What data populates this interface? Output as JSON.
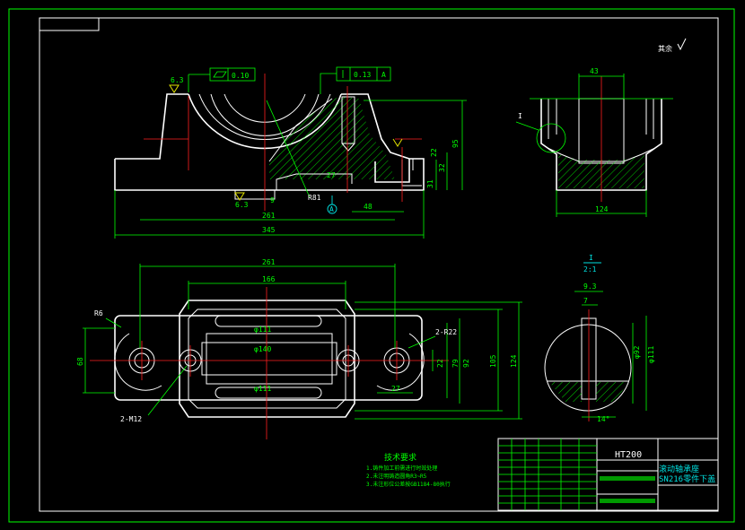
{
  "roughness": {
    "label": "其余",
    "top_left": "6.3",
    "bottom": "6.3"
  },
  "tolerances": {
    "flatness_value": "0.10",
    "perpendicularity_value": "0.13",
    "datum": "A"
  },
  "front_view": {
    "dims": {
      "width_345": "345",
      "width_261": "261",
      "dim_48": "48",
      "dim_9": "9",
      "dim_27": "27",
      "height_95": "95",
      "height_32": "32",
      "height_31": "31",
      "dim_22": "22",
      "radius": "R81"
    },
    "datum_marker": "A"
  },
  "side_view": {
    "dims": {
      "top_width": "43",
      "bottom_width": "124"
    },
    "section_label": "I"
  },
  "top_view": {
    "dims": {
      "overall_261": "261",
      "inner_166": "166",
      "bore_140": "φ140",
      "bore_111_top": "φ111",
      "bore_111_bot": "φ111",
      "radius": "R6",
      "width_68": "68",
      "height_105": "105",
      "height_124": "124",
      "dim_92": "92",
      "dim_79": "79",
      "dim_22": "22",
      "dim_27": "27",
      "rounds": "2-R22",
      "holes": "2-M12"
    }
  },
  "detail": {
    "title": "I",
    "scale": "2:1",
    "dims": {
      "d93": "9.3",
      "d7": "7",
      "d92": "φ92",
      "d111": "φ111",
      "angle": "14°"
    }
  },
  "notes": {
    "title": "技术要求",
    "items": [
      "1.铸件加工前需进行时效处理",
      "2.未注明铸造圆角R3~R5",
      "3.未注形位公差按GB1184-80执行"
    ]
  },
  "title_block": {
    "material": "HT200",
    "part_name": "滚动轴承座",
    "part_code": "SN216零件下盖"
  }
}
